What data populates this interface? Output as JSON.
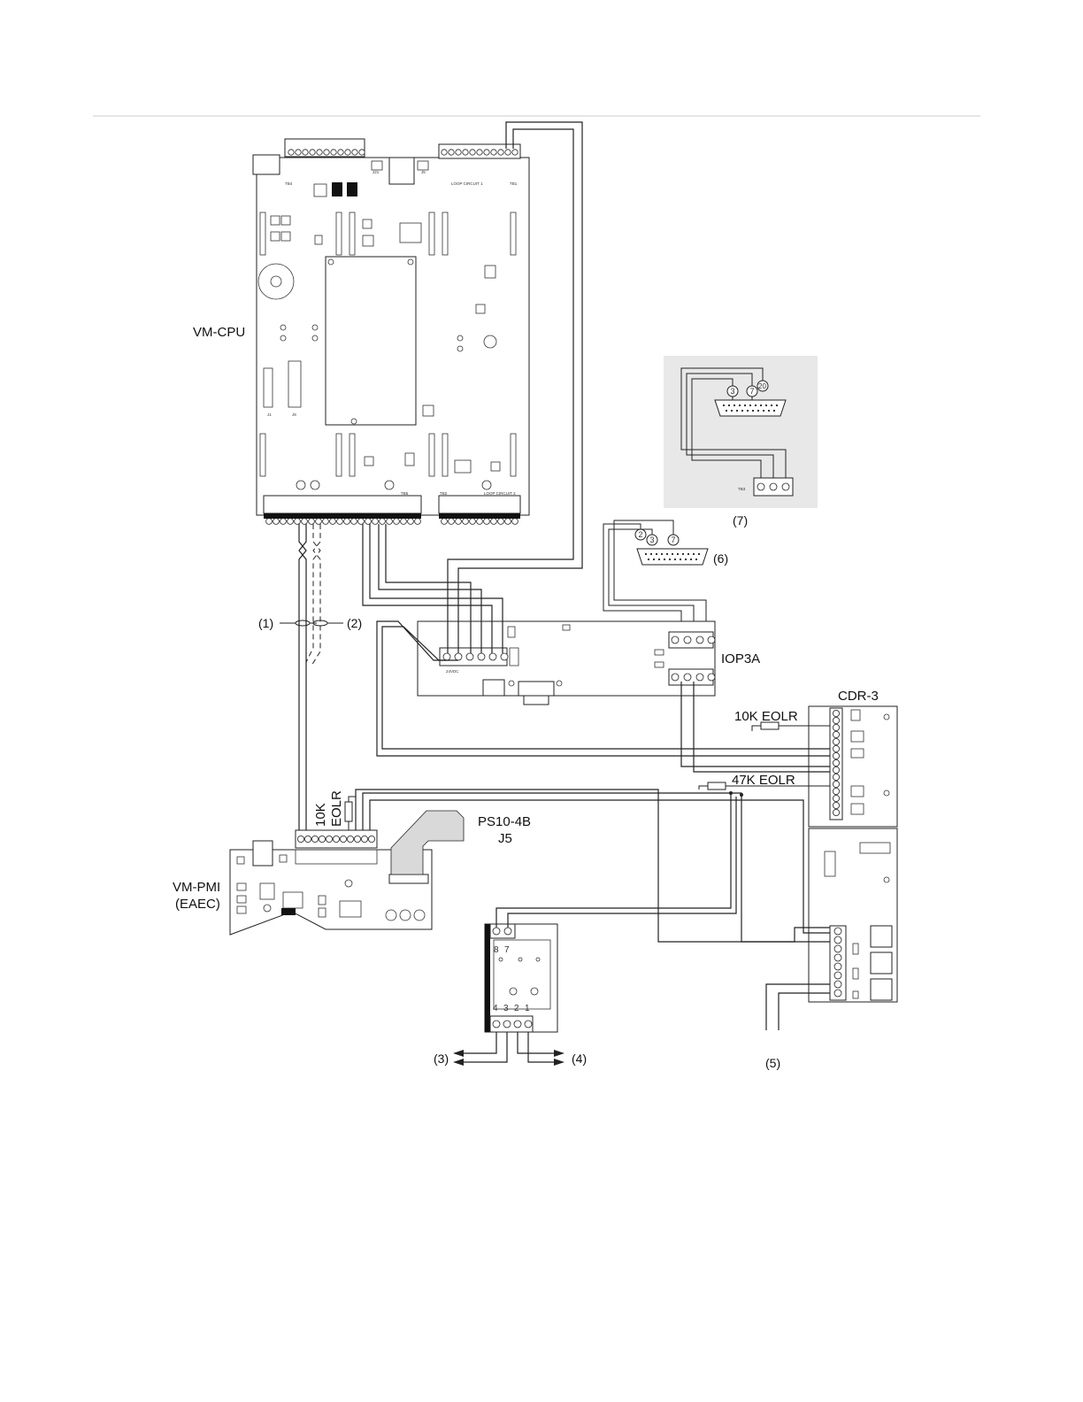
{
  "colors": {
    "line": "#222222",
    "grey_panel": "#e8e8e8",
    "background": "#ffffff"
  },
  "labels": {
    "vm_cpu": "VM-CPU",
    "iop3a": "IOP3A",
    "cdr3": "CDR-3",
    "eolr_10k_cdr": "10K EOLR",
    "eolr_47k": "47K EOLR",
    "eolr_10k_pmi_a": "10K",
    "eolr_10k_pmi_b": "EOLR",
    "ps10": "PS10-4B",
    "j5": "J5",
    "vm_pmi_a": "VM-PMI",
    "vm_pmi_b": "(EAEC)"
  },
  "callouts": {
    "c1": "(1)",
    "c2": "(2)",
    "c3": "(3)",
    "c4": "(4)",
    "c5": "(5)",
    "c6": "(6)",
    "c7": "(7)"
  },
  "connector_pins": {
    "db25_a": [
      "2",
      "3",
      "7"
    ],
    "db25_b": [
      "3",
      "7",
      "20"
    ]
  },
  "ps_terminals": {
    "top": [
      "8",
      "7"
    ],
    "bottom": [
      "4",
      "3",
      "2",
      "1"
    ]
  },
  "board_marks": {
    "tb4": "TB4",
    "j21": "J21",
    "j5": "J5",
    "tb1": "TB1",
    "loop_circuit_1": "LOOP CIRCUIT 1",
    "loop_circuit_2": "LOOP CIRCUIT 2",
    "tb5": "TB5",
    "tb2": "TB2",
    "j1": "J1",
    "j9": "J9",
    "tb3": "TB3",
    "vdc": "24VDC"
  }
}
